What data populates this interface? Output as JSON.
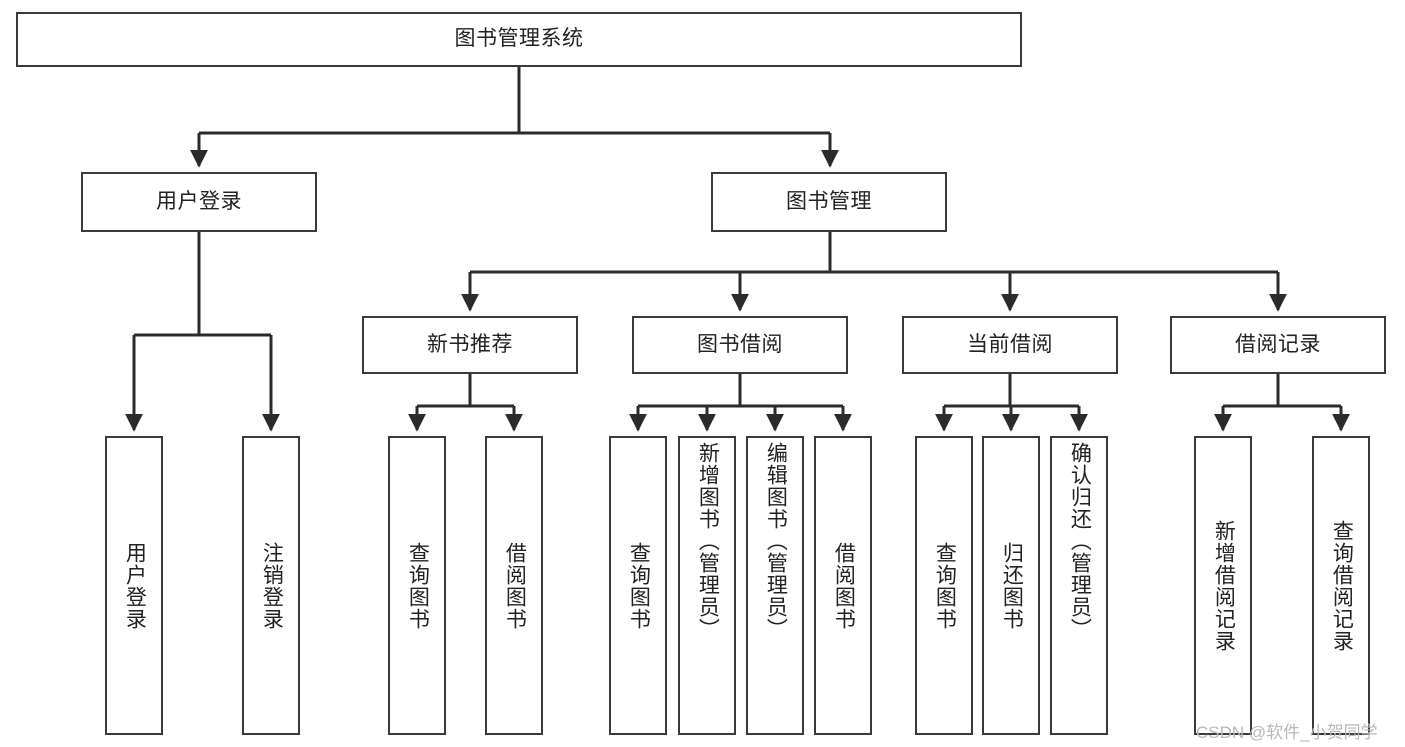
{
  "diagram": {
    "type": "tree-hierarchy",
    "title": "图书管理系统",
    "levels": {
      "root": {
        "label": "图书管理系统"
      },
      "level1": [
        {
          "id": "user-login",
          "label": "用户登录"
        },
        {
          "id": "book-management",
          "label": "图书管理"
        }
      ],
      "level2": [
        {
          "id": "new-book-recommend",
          "label": "新书推荐",
          "parent": "book-management"
        },
        {
          "id": "book-borrow",
          "label": "图书借阅",
          "parent": "book-management"
        },
        {
          "id": "current-borrow",
          "label": "当前借阅",
          "parent": "book-management"
        },
        {
          "id": "borrow-record",
          "label": "借阅记录",
          "parent": "book-management"
        }
      ],
      "leaves": [
        {
          "id": "leaf-user-login",
          "label": "用户登录",
          "parent": "user-login"
        },
        {
          "id": "leaf-logout-login",
          "label": "注销登录",
          "parent": "user-login"
        },
        {
          "id": "leaf-query-book-1",
          "label": "查询图书",
          "parent": "new-book-recommend"
        },
        {
          "id": "leaf-borrow-book-1",
          "label": "借阅图书",
          "parent": "new-book-recommend"
        },
        {
          "id": "leaf-query-book-2",
          "label": "查询图书",
          "parent": "book-borrow"
        },
        {
          "id": "leaf-add-book",
          "label": "新增图书（管理员）",
          "parent": "book-borrow"
        },
        {
          "id": "leaf-edit-book",
          "label": "编辑图书（管理员）",
          "parent": "book-borrow"
        },
        {
          "id": "leaf-borrow-book-2",
          "label": "借阅图书",
          "parent": "book-borrow"
        },
        {
          "id": "leaf-query-book-3",
          "label": "查询图书",
          "parent": "current-borrow"
        },
        {
          "id": "leaf-return-book",
          "label": "归还图书",
          "parent": "current-borrow"
        },
        {
          "id": "leaf-confirm-return",
          "label": "确认归还（管理员）",
          "parent": "current-borrow"
        },
        {
          "id": "leaf-add-record",
          "label": "新增借阅记录",
          "parent": "borrow-record"
        },
        {
          "id": "leaf-query-record",
          "label": "查询借阅记录",
          "parent": "borrow-record"
        }
      ]
    },
    "colors": {
      "box_border": "#3a3a3a",
      "box_fill": "#ffffff",
      "connector": "#2b2b2b",
      "text": "#222222",
      "watermark": "#b8b8b8"
    }
  },
  "watermark": {
    "text": "CSDN @软件_小贺同学"
  }
}
